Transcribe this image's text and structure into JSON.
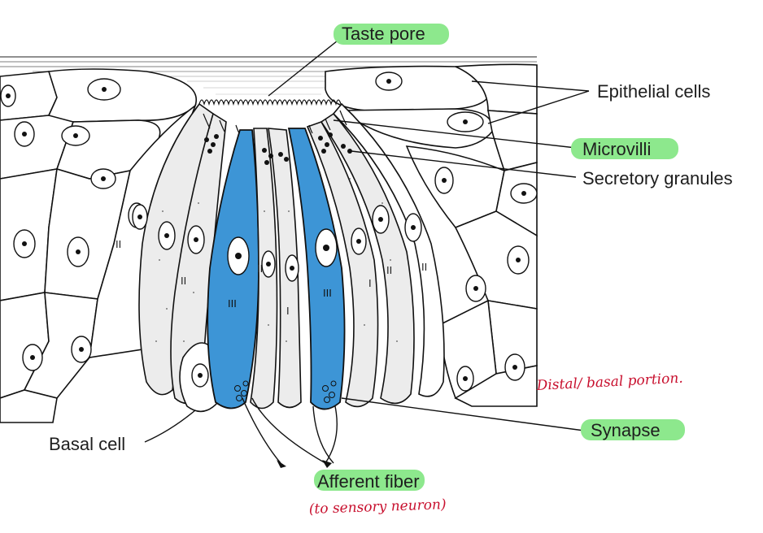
{
  "labels": {
    "taste_pore": "Taste pore",
    "epithelial_cells": "Epithelial cells",
    "microvilli": "Microvilli",
    "secretory_granules": "Secretory granules",
    "synapse": "Synapse",
    "basal_cell": "Basal cell",
    "afferent_fiber": "Afferent fiber"
  },
  "annotations": {
    "distal_basal": "Distal/ basal portion.",
    "to_sensory_neuron": "(to sensory neuron)"
  },
  "cell_type_marks": {
    "type_ii": "II",
    "type_iii": "III",
    "type_i": "I"
  },
  "colors": {
    "type_iii_cell": "#3d95d6",
    "highlight": "#8de88d",
    "handwriting": "#c8102e"
  }
}
